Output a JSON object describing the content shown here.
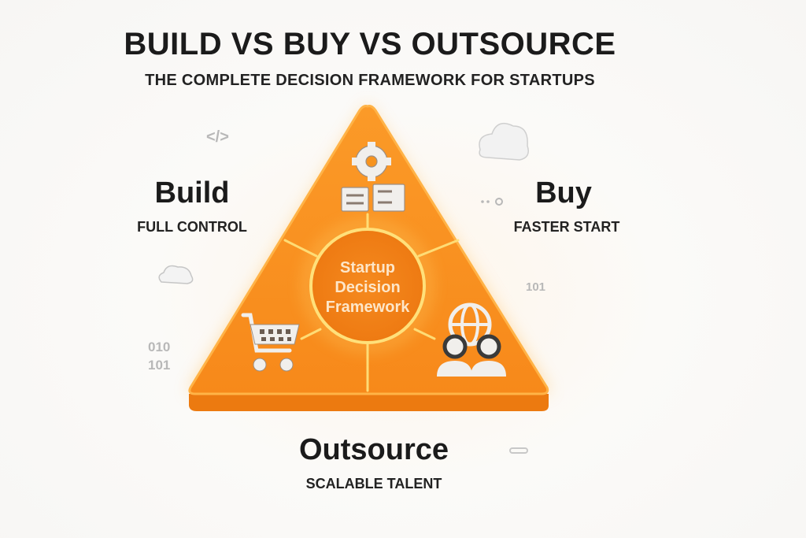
{
  "header": {
    "title": "BUILD VS BUY VS OUTSOURCE",
    "subtitle": "THE COMPLETE DECISION FRAMEWORK FOR STARTUPS"
  },
  "options": [
    {
      "name": "Build",
      "tagline": "FULL CONTROL"
    },
    {
      "name": "Buy",
      "tagline": "FASTER START"
    },
    {
      "name": "Outsource",
      "tagline": "SCALABLE TALENT"
    }
  ],
  "center": {
    "line1": "Startup",
    "line2": "Decision",
    "line3": "Framework"
  },
  "decorations": {
    "code": "</>",
    "binary_right": "101",
    "binary_left_1": "010",
    "binary_left_2": "101"
  },
  "colors": {
    "orange": "#f7931e",
    "glow": "#ffe066",
    "text": "#1b1b1b"
  }
}
